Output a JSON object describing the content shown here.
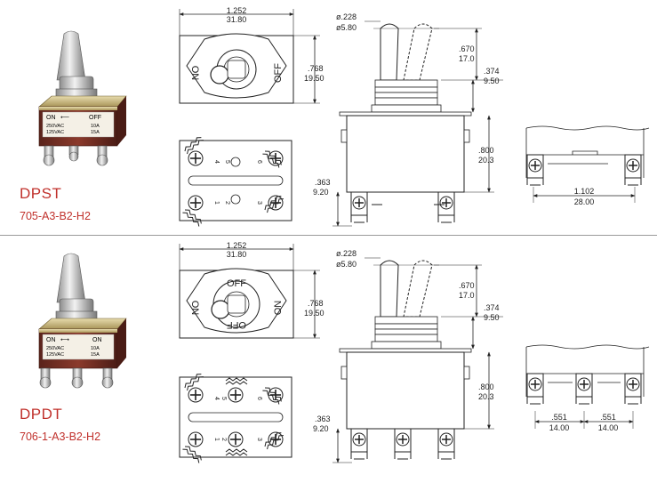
{
  "products": [
    {
      "name": "DPST",
      "code": "705-A3-B2-H2",
      "plate": {
        "left": "ON",
        "right": "OFF",
        "top": "",
        "bottom": ""
      },
      "photo": {
        "label_on": "ON",
        "label_off": "OFF",
        "line1_v": "250VAC",
        "line1_a": "10A",
        "line2_v": "125VAC",
        "line2_a": "15A"
      },
      "terminals_top": [
        "4",
        "5",
        "6"
      ],
      "terminals_bottom": [
        "1",
        "2",
        "3"
      ],
      "width_in": "1.252",
      "width_mm": "31.80",
      "height_in": ".768",
      "height_mm": "19.50",
      "lever_dia_in": "ø.228",
      "lever_dia_mm": "ø5.80",
      "lever_len_in": ".670",
      "lever_len_mm": "17.0",
      "bushing_in": ".374",
      "bushing_mm": "9.50",
      "body_in": ".800",
      "body_mm": "20.3",
      "term_in": ".363",
      "term_mm": "9.20",
      "span_in": "1.102",
      "span_mm": "28.00"
    },
    {
      "name": "DPDT",
      "code": "706-1-A3-B2-H2",
      "plate": {
        "left": "ON",
        "right": "ON",
        "top": "OFF",
        "bottom": "OFF"
      },
      "photo": {
        "label_on": "ON",
        "label_off": "ON",
        "line1_v": "250VAC",
        "line1_a": "10A",
        "line2_v": "125VAC",
        "line2_a": "15A"
      },
      "terminals_top": [
        "4",
        "5",
        "6"
      ],
      "terminals_bottom": [
        "1",
        "2",
        "3"
      ],
      "width_in": "1.252",
      "width_mm": "31.80",
      "height_in": ".768",
      "height_mm": "19.50",
      "lever_dia_in": "ø.228",
      "lever_dia_mm": "ø5.80",
      "lever_len_in": ".670",
      "lever_len_mm": "17.0",
      "bushing_in": ".374",
      "bushing_mm": "9.50",
      "body_in": ".800",
      "body_mm": "20.3",
      "term_in": ".363",
      "term_mm": "9.20",
      "span1_in": ".551",
      "span1_mm": "14.00",
      "span2_in": ".551",
      "span2_mm": "14.00"
    }
  ]
}
